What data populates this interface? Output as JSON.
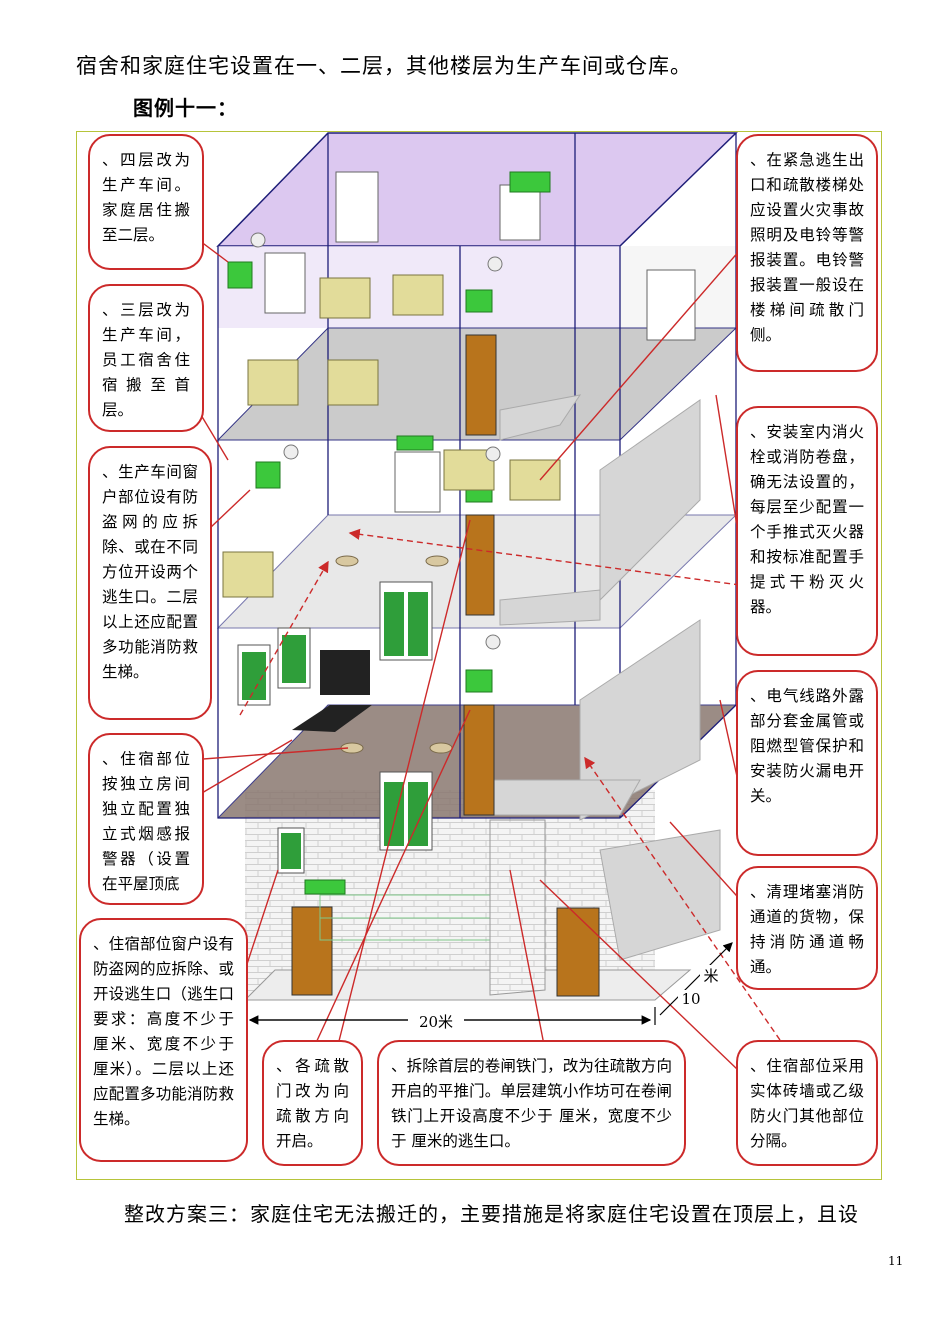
{
  "intro_text": "宿舍和家庭住宅设置在一、二层，其他楼层为生产车间或仓库。",
  "figure_title": "图例十一：",
  "callouts": {
    "c1": "、四层改为生产车间。家庭居住搬至二层。",
    "c2": "、三层改为生产车间，员工宿舍住宿搬至首层。",
    "c3": "、生产车间窗户部位设有防盗网的应拆除、或在不同方位开设两个逃生口。二层以上还应配置多功能消防救生梯。",
    "c4": "、住宿部位按独立房间独立配置独立式烟感报警器（设置在平屋顶底",
    "c5": "、住宿部位窗户设有防盗网的应拆除、或开设逃生口（逃生口要求：高度不少于 厘米、宽度不少于 厘米）。二层以上还应配置多功能消防救生梯。",
    "c6": "、各疏散门改为向疏散方向开启。",
    "c7": "、拆除首层的卷闸铁门，改为往疏散方向开启的平推门。单层建筑小作坊可在卷闸铁门上开设高度不少于 厘米，宽度不少于 厘米的逃生口。",
    "c8": "、在紧急逃生出口和疏散楼梯处应设置火灾事故照明及电铃等警报装置。电铃警报装置一般设在楼梯间疏散门侧。",
    "c9": "、安装室内消火栓或消防卷盘，确无法设置的，每层至少配置一个手推式灭火器和按标准配置手提式干粉灭火器。",
    "c10": "、电气线路外露部分套金属管或阻燃型管保护和安装防火漏电开关。",
    "c11": "、清理堵塞消防通道的货物，保持消防通道畅通。",
    "c12": "、住宿部位采用实体砖墙或乙级防火门其他部位分隔。"
  },
  "dimensions": {
    "width": "20米",
    "depth_unit": "米",
    "depth_value": "10"
  },
  "closing_text": "整改方案三：家庭住宅无法搬迁的，主要措施是将家庭住宅设置在顶层上，且设",
  "page_number": "11",
  "colors": {
    "callout_border": "#cc2a2a",
    "roof": "#dcc8f0",
    "frame_line": "#1e1e78",
    "door": "#b8741c",
    "sign": "#3cc83c",
    "frame_border": "#b6c43a"
  }
}
